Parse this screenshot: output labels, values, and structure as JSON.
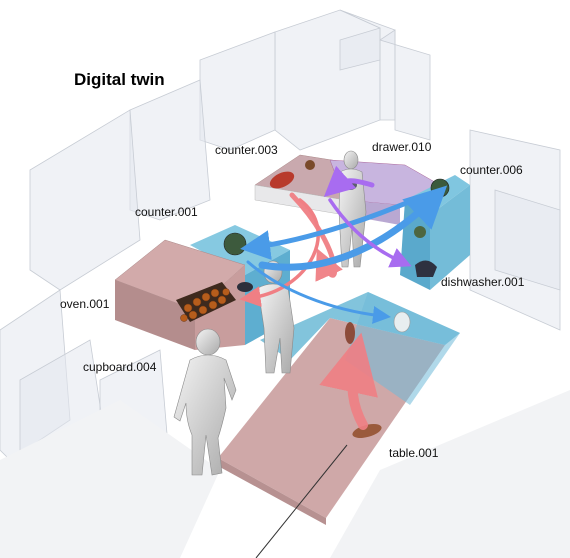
{
  "title": "Digital twin",
  "objects": [
    {
      "id": "counter_003",
      "label": "counter.003"
    },
    {
      "id": "drawer_010",
      "label": "drawer.010"
    },
    {
      "id": "counter_006",
      "label": "counter.006"
    },
    {
      "id": "counter_001",
      "label": "counter.001"
    },
    {
      "id": "dishwasher_001",
      "label": "dishwasher.001"
    },
    {
      "id": "oven_001",
      "label": "oven.001"
    },
    {
      "id": "cupboard_004",
      "label": "cupboard.004"
    },
    {
      "id": "table_001",
      "label": "table.001"
    }
  ],
  "colors": {
    "red_arrow": "#f07f84",
    "blue_arrow": "#4a9be8",
    "purple_arrow": "#a86cf0",
    "table_pink": "#c9a3a3",
    "counter_blue": "#6fb9d8",
    "counter_pink": "#cfa7a7",
    "purple_surface": "#c9b4db"
  }
}
